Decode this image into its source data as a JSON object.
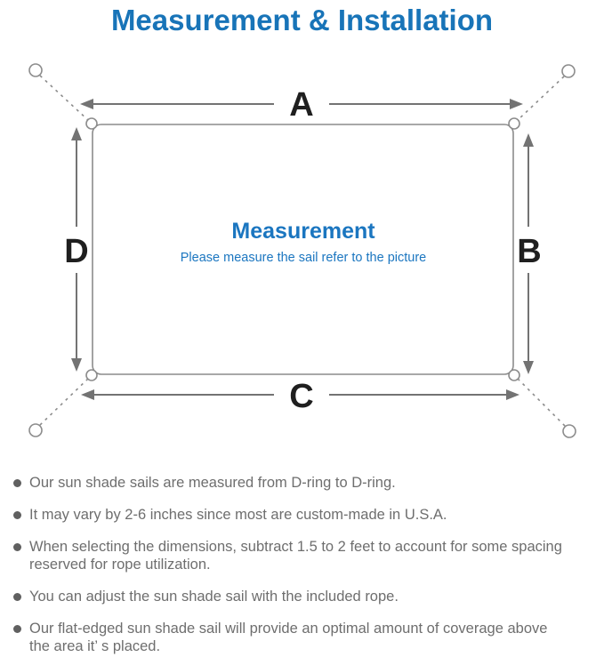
{
  "title": "Measurement & Installation",
  "diagram": {
    "labels": {
      "top": "A",
      "right": "B",
      "bottom": "C",
      "left": "D"
    },
    "center": {
      "heading": "Measurement",
      "subheading": "Please measure the sail refer to the picture"
    }
  },
  "bullets": {
    "items": [
      {
        "lines": [
          "Our sun shade sails are measured from D-ring to D-ring."
        ]
      },
      {
        "lines": [
          "It may vary by 2-6 inches since most are custom-made in U.S.A."
        ]
      },
      {
        "lines": [
          "When selecting the dimensions, subtract 1.5 to 2 feet to account for some spacing",
          "reserved for rope utilization."
        ]
      },
      {
        "lines": [
          "You can adjust the sun shade sail with the included rope."
        ]
      },
      {
        "lines": [
          "Our flat-edged sun shade sail will provide an optimal amount of coverage above",
          "the area it’ s placed."
        ]
      }
    ]
  },
  "colors": {
    "accent_blue": "#1874b8",
    "center_text_blue": "#1b76c0",
    "diagram_line_gray": "#8c8c8c",
    "arrow_gray": "#737373",
    "body_text_gray": "#6e6e6e",
    "label_black": "#1f1f1f"
  }
}
